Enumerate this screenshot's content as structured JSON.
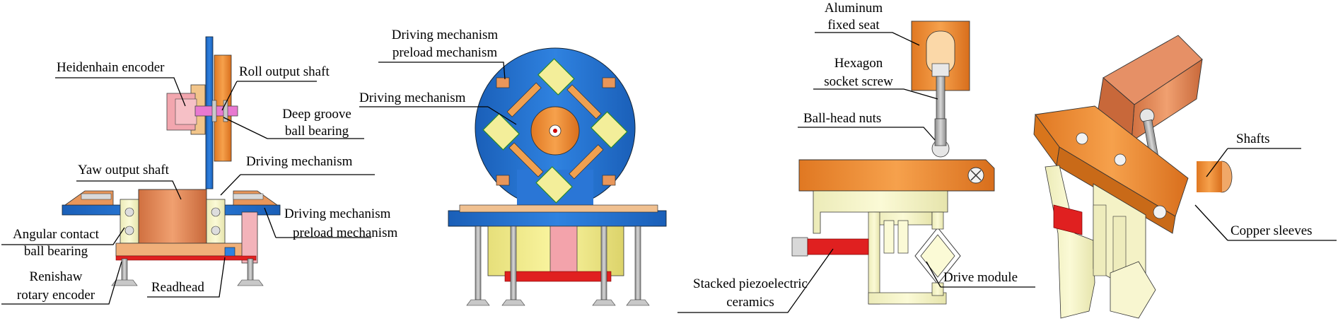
{
  "figure": {
    "panel_a_labels": {
      "heidenhain_encoder": "Heidenhain encoder",
      "roll_output_shaft": "Roll output shaft",
      "deep_groove_1": "Deep groove",
      "deep_groove_2": "ball bearing",
      "driving_mechanism": "Driving mechanism",
      "yaw_output_shaft": "Yaw output shaft",
      "angular_contact_1": "Angular contact",
      "angular_contact_2": "ball bearing",
      "preload_1": "Driving mechanism",
      "preload_2": "preload mechanism",
      "renishaw_1": "Renishaw",
      "renishaw_2": "rotary encoder",
      "readhead": "Readhead"
    },
    "panel_b_labels": {
      "preload_1": "Driving mechanism",
      "preload_2": "preload mechanism",
      "driving_mechanism": "Driving mechanism"
    },
    "panel_c_labels": {
      "aluminum_1": "Aluminum",
      "aluminum_2": "fixed seat",
      "hexagon_1": "Hexagon",
      "hexagon_2": "socket screw",
      "ball_head_nuts": "Ball-head nuts",
      "stacked_1": "Stacked piezoelectric",
      "stacked_2": "ceramics",
      "drive_module": "Drive module"
    },
    "panel_d_labels": {
      "shafts": "Shafts",
      "copper_sleeves": "Copper sleeves"
    },
    "colors": {
      "blue": "#1f6fd0",
      "orange": "#e88a2e",
      "pale_yellow": "#f3efb0",
      "pink": "#f0a0a8",
      "red": "#e02020",
      "grey": "#9a9a9a",
      "copper": "#d8855a"
    }
  }
}
